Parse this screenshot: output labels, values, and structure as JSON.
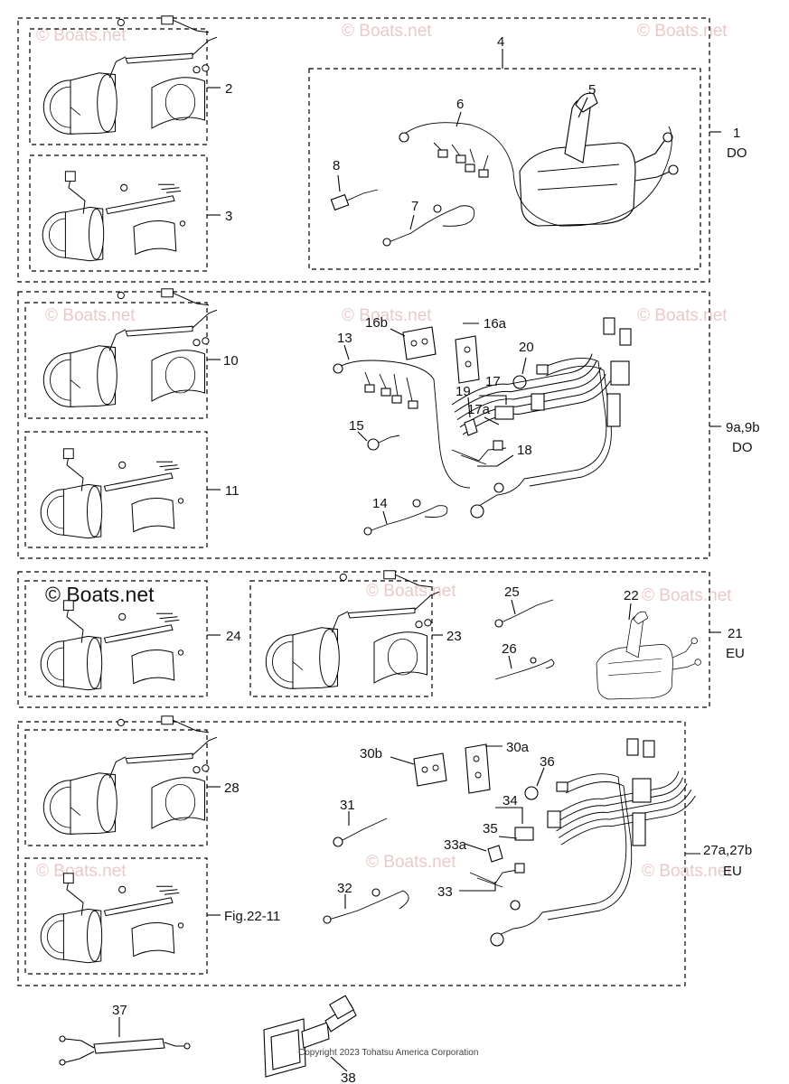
{
  "watermarks": {
    "text": "© Boats.net",
    "prominent": "© Boats.net"
  },
  "copyright": "Copyright 2023 Tohatsu America Corporation",
  "sections": [
    {
      "region": [
        "1",
        "DO"
      ],
      "subassemblies": [
        "2",
        "3"
      ],
      "inner_group": "4",
      "parts": [
        "5",
        "6",
        "7",
        "8"
      ]
    },
    {
      "region": [
        "9a,9b",
        "DO"
      ],
      "subassemblies": [
        "10",
        "11"
      ],
      "parts": [
        "13",
        "14",
        "15",
        "16a",
        "16b",
        "17",
        "17a",
        "18",
        "19",
        "20"
      ]
    },
    {
      "region": [
        "21",
        "EU"
      ],
      "subassemblies": [
        "23",
        "24"
      ],
      "parts": [
        "22",
        "25",
        "26"
      ]
    },
    {
      "region": [
        "27a,27b",
        "EU"
      ],
      "subassemblies": [
        "28",
        "Fig.22-11"
      ],
      "parts": [
        "30a",
        "30b",
        "31",
        "32",
        "33",
        "33a",
        "34",
        "35",
        "36"
      ]
    }
  ],
  "loose_parts": [
    "37",
    "38"
  ]
}
